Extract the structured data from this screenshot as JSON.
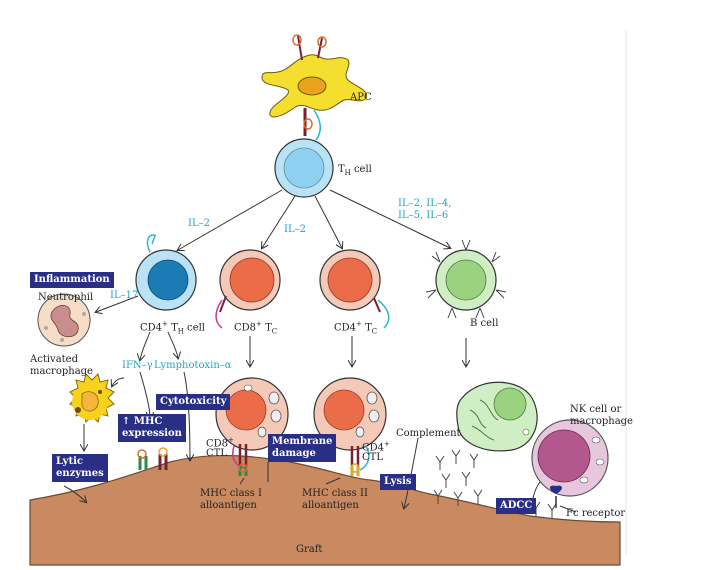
{
  "labels": {
    "apc": "APC",
    "th_cell": "T",
    "th_cell_sub": "H",
    "th_cell_tail": " cell",
    "il2_left": "IL–2",
    "il2_mid": "IL–2",
    "il_group_1": "IL–2, IL–4,",
    "il_group_2": "IL–5, IL–6",
    "il17": "IL–17",
    "neutrophil": "Neutrophil",
    "cd4_th": "CD4",
    "cd4_th_sup": "+",
    "cd4_th_t": " T",
    "cd4_th_sub": "H",
    "cd4_th_tail": " cell",
    "cd8_tc": "CD8",
    "cd8_tc_sup": "+",
    "cd8_tc_t": " T",
    "cd8_tc_sub": "C",
    "cd4_tc": "CD4",
    "cd4_tc_sup": "+",
    "cd4_tc_t": " T",
    "cd4_tc_sub": "C",
    "b_cell": "B cell",
    "activated_macrophage_1": "Activated",
    "activated_macrophage_2": "macrophage",
    "ifn_gamma": "IFN–γ",
    "lymphotoxin": "Lymphotoxin–α",
    "cd8_ctl_1": "CD8",
    "cd8_ctl_sup": "+",
    "cd8_ctl_2": "CTL",
    "cd4_ctl_1": "CD4",
    "cd4_ctl_sup": "+",
    "cd4_ctl_2": "CTL",
    "complement": "Complement",
    "nk_1": "NK cell or",
    "nk_2": "macrophage",
    "fc_receptor": "Fc receptor",
    "mhc1_1": "MHC class I",
    "mhc1_2": "alloantigen",
    "mhc2_1": "MHC class II",
    "mhc2_2": "alloantigen",
    "graft": "Graft"
  },
  "boxes": {
    "inflammation": "Inflammation",
    "mhc_expression_arrow": "↑",
    "mhc_expression_1": "MHC",
    "mhc_expression_2": "expression",
    "cytotoxicity": "Cytotoxicity",
    "membrane_damage_1": "Membrane",
    "membrane_damage_2": "damage",
    "lytic_enzymes_1": "Lytic",
    "lytic_enzymes_2": "enzymes",
    "lysis": "Lysis",
    "adcc": "ADCC"
  },
  "colors": {
    "graft": "#c98a62",
    "graft_edge": "#6b4a33",
    "th_fill": "#b9e3f5",
    "th_nucleus": "#8fd0f0",
    "cd4th_nucleus": "#1c7bb4",
    "tc_fill": "#f4c9b8",
    "tc_nucleus": "#ea6c48",
    "b_fill": "#cfeec4",
    "b_nucleus": "#9bd27f",
    "apc": "#f4df2f",
    "macrophage": "#f6d21e",
    "nk_fill": "#e6c7dd",
    "nk_nucleus": "#b2588f",
    "box": "#2a2f86",
    "cyan_text": "#1ba6c9"
  }
}
